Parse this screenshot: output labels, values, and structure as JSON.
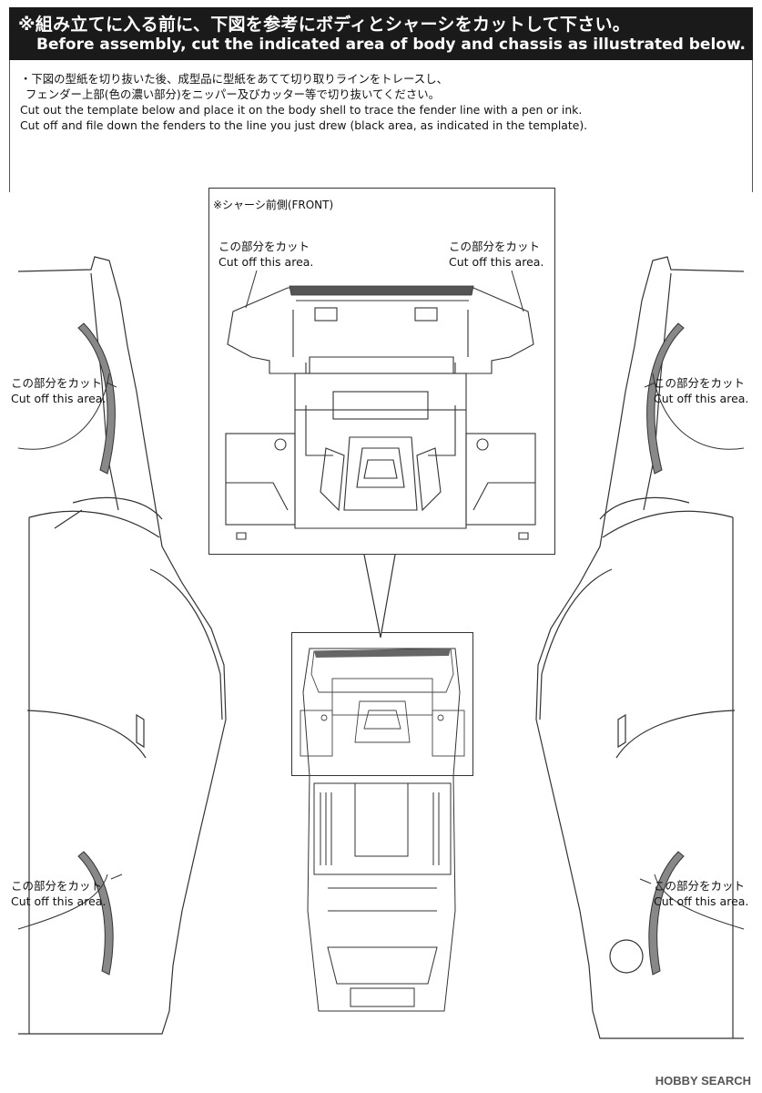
{
  "header": {
    "title_jp": "※組み立てに入る前に、下図を参考にボディとシャーシをカットして下さい。",
    "title_en": "Before assembly, cut the indicated area of body and chassis as illustrated below."
  },
  "instructions": [
    "・下図の型紙を切り抜いた後、成型品に型紙をあてて切り取りラインをトレースし、",
    "フェンダー上部(色の濃い部分)をニッパー及びカッター等で切り抜いてください。",
    "Cut out the template below and place it on the body shell to trace the fender line with a pen or ink.",
    "Cut off and file down the fenders to the line you just drew (black area, as indicated in the template)."
  ],
  "front_label": "※シャーシ前側(FRONT)",
  "cut_labels": {
    "jp": "この部分をカット",
    "en": "Cut off this area."
  },
  "watermark": "HOBBY SEARCH"
}
